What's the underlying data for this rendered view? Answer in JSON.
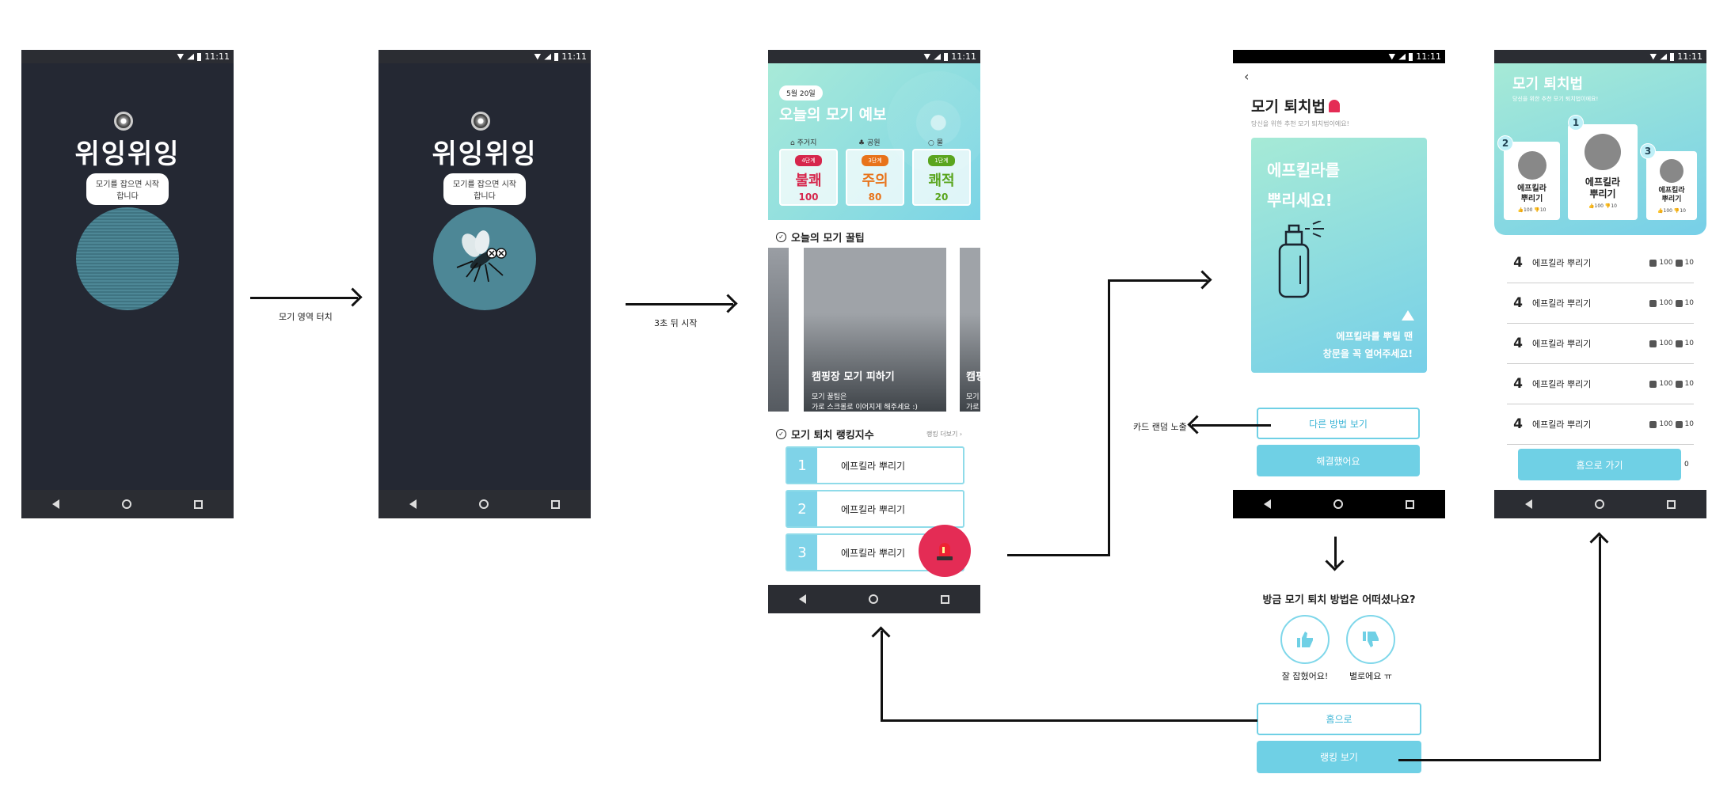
{
  "status_time": "11:11",
  "splash": {
    "logo": "위잉위잉",
    "hint": "모기를 잡으면 시작합니다"
  },
  "arrows": {
    "touch": "모기 영역 터치",
    "countdown": "3초 뒤 시작",
    "card_random": "카드 랜덤 노출"
  },
  "home": {
    "date": "5월 20일",
    "title": "오늘의 모기 예보",
    "forecast": [
      {
        "place": "주거지",
        "tag": "4단계",
        "word": "불쾌",
        "value": "100",
        "color": "#d6264c"
      },
      {
        "place": "공원",
        "tag": "3단계",
        "word": "주의",
        "value": "80",
        "color": "#e8731a"
      },
      {
        "place": "물",
        "tag": "1단계",
        "word": "쾌적",
        "value": "20",
        "color": "#5aa51e"
      }
    ],
    "tips_title": "오늘의 모기 꿀팁",
    "tip_card": {
      "title": "캠핑장 모기 피하기",
      "line1": "모기 꿀팁은",
      "line2": "가로 스크롤로 이어지게 해주세요 :)"
    },
    "tip_card_peek": {
      "title": "캠핑",
      "line1": "모기",
      "line2": "가로"
    },
    "ranking_title": "모기 퇴치 랭킹지수",
    "ranking_more": "랭킹 더보기",
    "ranking": [
      {
        "rank": "1",
        "name": "에프킬라 뿌리기"
      },
      {
        "rank": "2",
        "name": "에프킬라 뿌리기"
      },
      {
        "rank": "3",
        "name": "에프킬라 뿌리기"
      }
    ]
  },
  "method": {
    "title": "모기 퇴치법",
    "subtitle": "당신을 위한 추천 모기 퇴치법이에요!",
    "card_title_1": "에프킬라를",
    "card_title_2": "뿌리세요!",
    "warn_1": "에프킬라를 뿌릴 땐",
    "warn_2": "창문을 꼭 열어주세요!",
    "other_btn": "다른 방법 보기",
    "solved_btn": "해결했어요"
  },
  "feedback": {
    "question": "방금 모기 퇴치 방법은 어떠셨나요?",
    "good": "잘 잡혔어요!",
    "bad": "별로에요 ㅠ",
    "home_btn": "홈으로",
    "ranking_btn": "랭킹 보기"
  },
  "rank_page": {
    "title": "모기 퇴치법",
    "subtitle": "당신을 위한 추천 모기 퇴치법이에요!",
    "podium": [
      {
        "rank": "2",
        "name": "에프킬라 뿌리기"
      },
      {
        "rank": "1",
        "name": "에프킬라 뿌리기"
      },
      {
        "rank": "3",
        "name": "에프킬라 뿌리기"
      }
    ],
    "podium_likes": "100",
    "podium_dislikes": "10",
    "list": [
      {
        "rank": "4",
        "name": "에프킬라 뿌리기",
        "likes": "100",
        "dislikes": "10"
      },
      {
        "rank": "4",
        "name": "에프킬라 뿌리기",
        "likes": "100",
        "dislikes": "10"
      },
      {
        "rank": "4",
        "name": "에프킬라 뿌리기",
        "likes": "100",
        "dislikes": "10"
      },
      {
        "rank": "4",
        "name": "에프킬라 뿌리기",
        "likes": "100",
        "dislikes": "10"
      },
      {
        "rank": "4",
        "name": "에프킬라 뿌리기",
        "likes": "100",
        "dislikes": "10"
      }
    ],
    "home_btn": "홈으로 가기",
    "peek_value": "0"
  }
}
